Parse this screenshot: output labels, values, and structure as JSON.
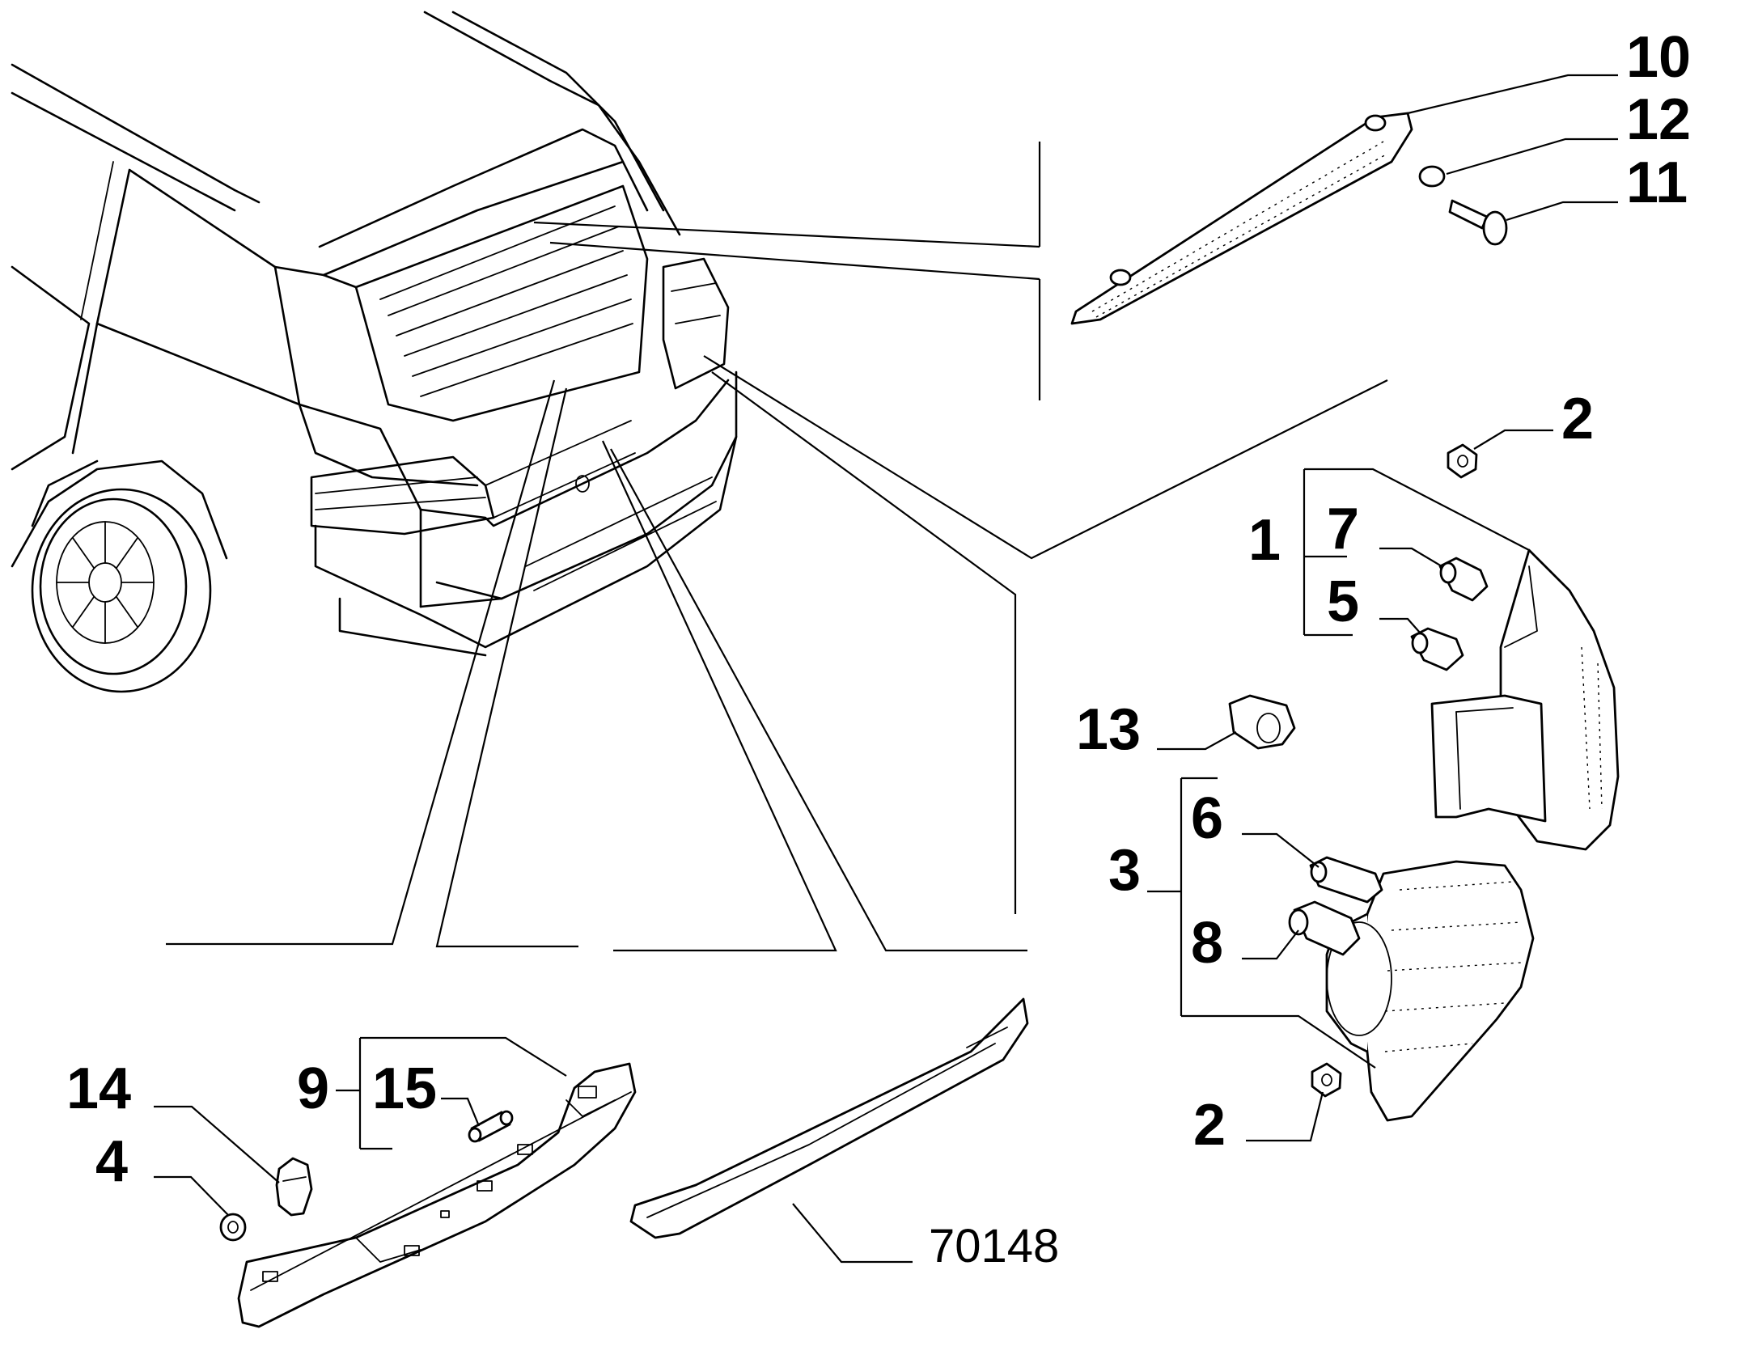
{
  "callouts": {
    "c10": "10",
    "c12": "12",
    "c11": "11",
    "c2_top": "2",
    "c1": "1",
    "c7": "7",
    "c5": "5",
    "c13": "13",
    "c3": "3",
    "c6": "6",
    "c8": "8",
    "c2_bottom": "2",
    "c14": "14",
    "c9": "9",
    "c15": "15",
    "c4": "4"
  },
  "drawing_code": "70148"
}
